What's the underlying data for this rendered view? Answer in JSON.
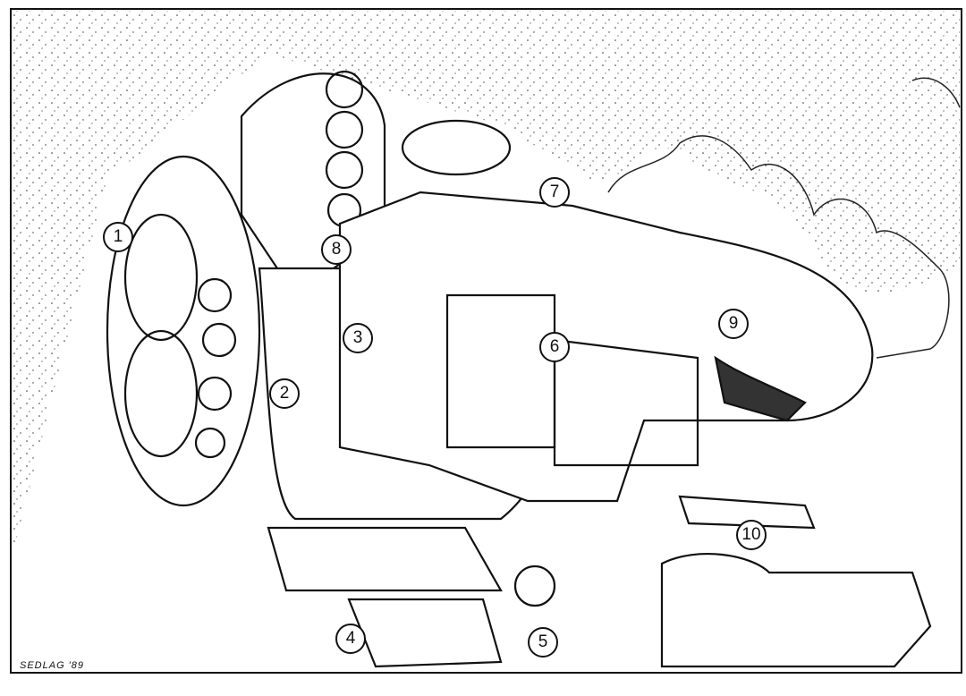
{
  "illustration": {
    "callouts": [
      "1",
      "2",
      "3",
      "4",
      "5",
      "6",
      "7",
      "8",
      "9",
      "10"
    ],
    "signature": "SEDLAG '89"
  }
}
